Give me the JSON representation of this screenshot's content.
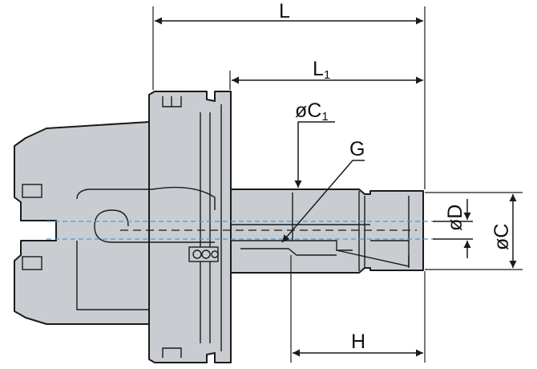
{
  "labels": {
    "L": "L",
    "L1_main": "L",
    "L1_sub": "1",
    "C1_main": "øC",
    "C1_sub": "1",
    "G": "G",
    "D": "øD",
    "C": "øC",
    "H": "H"
  },
  "colors": {
    "body_fill": "#c9cdd2",
    "outline": "#1a1a1a",
    "centerline": "#3a9fe0",
    "background": "#ffffff"
  }
}
